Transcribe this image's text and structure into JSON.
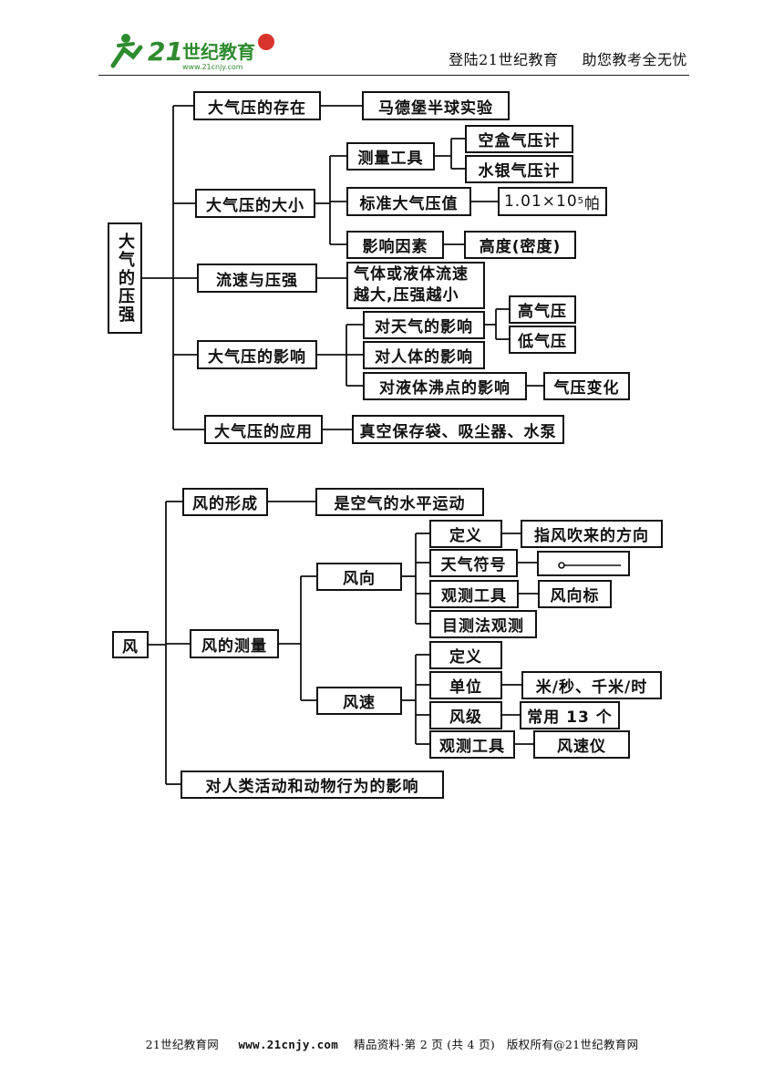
{
  "header": {
    "logo_text": "21世纪教育",
    "logo_url_text": "www.21cnjy.com",
    "site_label": "登陆21世纪教育",
    "slogan": "助您教考全无忧"
  },
  "pressure": {
    "root": "大气的压强",
    "existence": "大气压的存在",
    "magdeburg": "马德堡半球实验",
    "size": "大气压的大小",
    "tools": "测量工具",
    "aneroid": "空盒气压计",
    "mercury": "水银气压计",
    "std_value": "标准大气压值",
    "std_number": "1.01×10",
    "std_exp": "5",
    "std_unit": "帕",
    "factors": "影响因素",
    "altitude": "高度(密度)",
    "flow": "流速与压强",
    "flow_desc": "气体或液体流速越大,压强越小",
    "effects": "大气压的影响",
    "weather": "对天气的影响",
    "high": "高气压",
    "low": "低气压",
    "human": "对人体的影响",
    "boiling": "对液体沸点的影响",
    "change": "气压变化",
    "application": "大气压的应用",
    "app_list": "真空保存袋、吸尘器、水泵"
  },
  "wind": {
    "root": "风",
    "formation": "风的形成",
    "formation_desc": "是空气的水平运动",
    "measure": "风的测量",
    "direction": "风向",
    "dir_def": "定义",
    "dir_def_desc": "指风吹来的方向",
    "symbol": "天气符号",
    "dir_tool": "观测工具",
    "vane": "风向标",
    "visual": "目测法观测",
    "speed": "风速",
    "spd_def": "定义",
    "unit": "单位",
    "unit_desc": "米/秒、千米/时",
    "level": "风级",
    "level_desc": "常用 13 个",
    "spd_tool": "观测工具",
    "anemometer": "风速仪",
    "impact": "对人类活动和动物行为的影响"
  },
  "footer": {
    "site": "21世纪教育网",
    "url": "www.21cnjy.com",
    "page": "精品资料·第 2 页 (共 4 页)",
    "copyright": "版权所有@21世纪教育网"
  }
}
